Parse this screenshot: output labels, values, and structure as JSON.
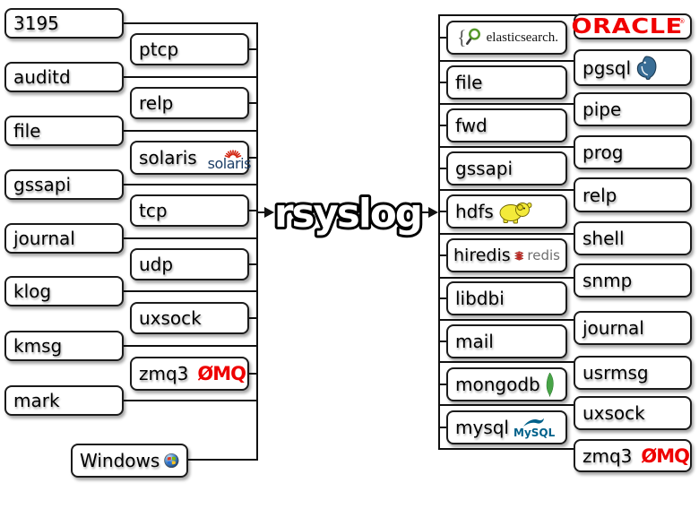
{
  "center": {
    "title": "rsyslog"
  },
  "inputs": {
    "col_outer": [
      "3195",
      "auditd",
      "file",
      "gssapi",
      "journal",
      "klog",
      "kmsg",
      "mark"
    ],
    "col_inner": [
      "ptcp",
      "relp",
      "solaris",
      "tcp",
      "udp",
      "uxsock",
      "zmq3"
    ],
    "windows": "Windows"
  },
  "outputs": {
    "col_inner": [
      "elasticsearch.",
      "file",
      "fwd",
      "gssapi",
      "hdfs",
      "hiredis",
      "libdbi",
      "mail",
      "mongodb",
      "mysql"
    ],
    "col_outer": [
      "ORACLE",
      "pgsql",
      "pipe",
      "prog",
      "relp",
      "shell",
      "snmp",
      "journal",
      "usrmsg",
      "uxsock",
      "zmq3"
    ]
  },
  "logos": {
    "zeromq": "ØMQ",
    "solaris": "solaris",
    "redis": "redis",
    "mysql": "MySQL",
    "oracle_registered": "®"
  },
  "colors": {
    "zeromq_red": "#ee0000",
    "oracle_red": "#f10000",
    "solaris_navy": "#1c3e66",
    "solaris_rays_red": "#d2230f",
    "postgres_blue": "#3a6e96",
    "hadoop_yellow": "#f3ea3a",
    "redis_red": "#c6302b",
    "mongodb_green": "#48a447",
    "mysql_blue": "#00618a",
    "elasticsearch_green": "#55982a"
  }
}
